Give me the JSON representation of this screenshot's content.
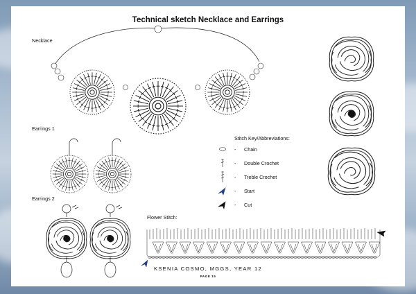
{
  "title": "Technical sketch Necklace and Earrings",
  "sections": {
    "necklace": "Necklace",
    "earrings1": "Earrings 1",
    "earrings2": "Earrings 2",
    "flower_stitch": "Flower Stitch:"
  },
  "stitch_key": {
    "heading": "Stitch Key/Abbreviations:",
    "items": [
      {
        "symbol": "oval-chain-icon",
        "label": "Chain"
      },
      {
        "symbol": "double-crochet-icon",
        "label": "Double Crochet"
      },
      {
        "symbol": "treble-crochet-icon",
        "label": "Treble Crochet"
      },
      {
        "symbol": "start-arrow-icon",
        "label": "Start",
        "color": "#1f3f8f"
      },
      {
        "symbol": "cut-arrow-icon",
        "label": "Cut",
        "color": "#111111"
      }
    ]
  },
  "footer": {
    "credit": "KSENIA  COSMO, MGGS, YEAR 12",
    "page": "PAGE 15"
  }
}
